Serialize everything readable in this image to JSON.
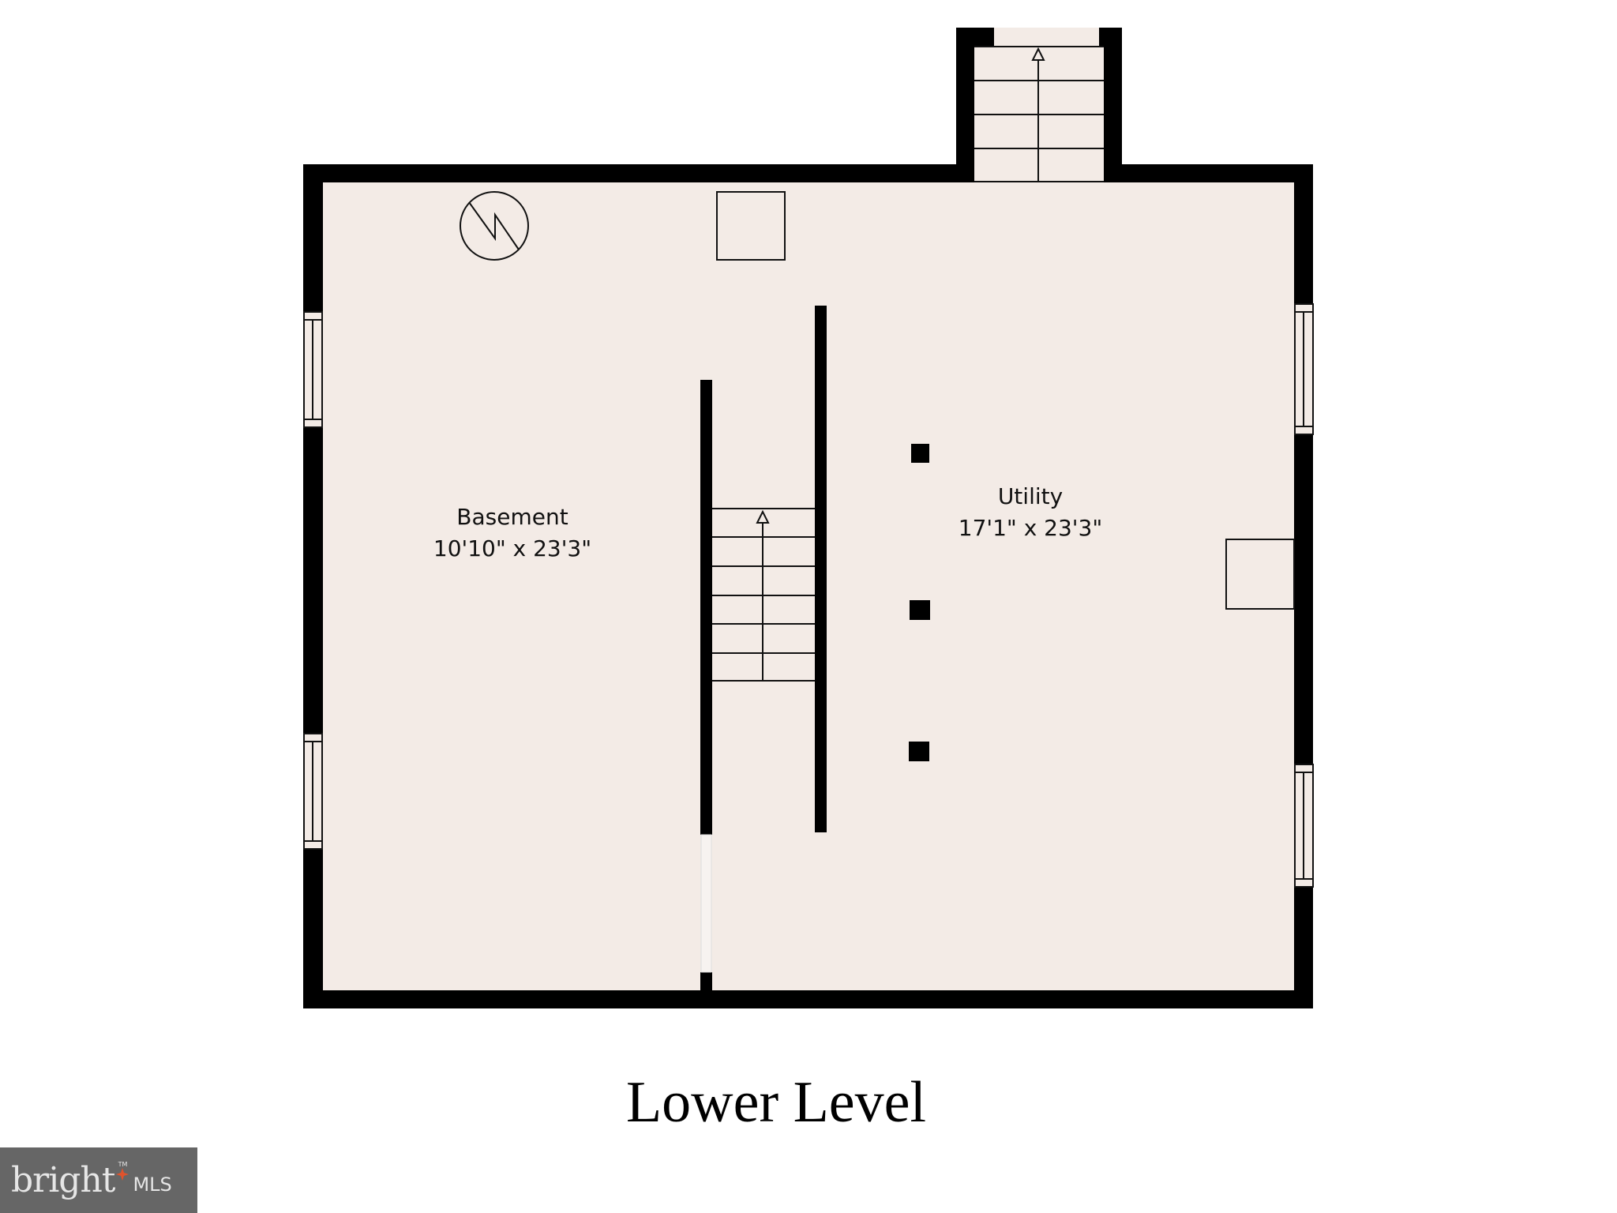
{
  "floor_title": "Lower Level",
  "rooms": [
    {
      "name": "Basement",
      "dimensions": "10'10\" x 23'3\""
    },
    {
      "name": "Utility",
      "dimensions": "17'1\" x 23'3\""
    }
  ],
  "logo": {
    "word": "bright",
    "suffix": "MLS",
    "tm": "TM"
  },
  "colors": {
    "floor": "#f3ebe6",
    "wall": "#000000",
    "logo_bg": "#666666",
    "logo_accent": "#e0532c"
  }
}
